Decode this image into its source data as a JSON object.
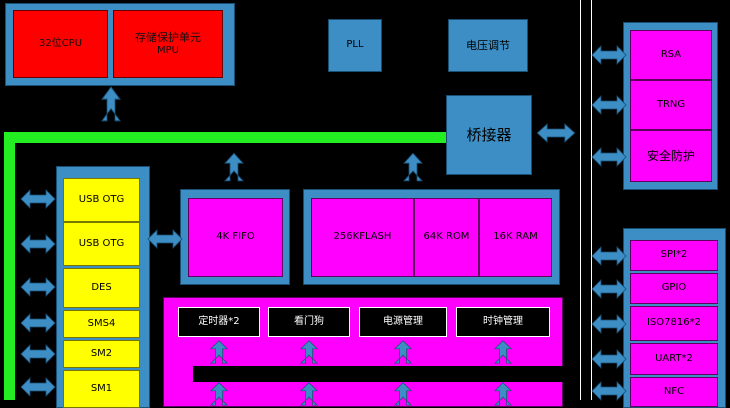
{
  "blocks": {
    "cpu": "32位CPU",
    "mpu_line1": "存储保护单元",
    "mpu_line2": "MPU",
    "pll": "PLL",
    "voltage": "电压调节",
    "bridge": "桥接器",
    "rsa": "RSA",
    "trng": "TRNG",
    "security": "安全防护",
    "usb_otg_1": "USB OTG",
    "usb_otg_2": "USB OTG",
    "des": "DES",
    "sms4": "SMS4",
    "sm2": "SM2",
    "sm1": "SM1",
    "fifo": "4K FIFO",
    "flash": "256KFLASH",
    "rom": "64K ROM",
    "ram": "16K RAM",
    "timer": "定时器*2",
    "watchdog": "看门狗",
    "power_mgmt": "电源管理",
    "clock_mgmt": "时钟管理",
    "spi": "SPI*2",
    "gpio": "GPIO",
    "iso7816": "ISO7816*2",
    "uart": "UART*2",
    "nfc": "NFC"
  },
  "colors": {
    "background": "#000000",
    "frame": "#3c8ec4",
    "red": "#ff0000",
    "magenta": "#ff00ff",
    "yellow": "#ffff00",
    "green_bus": "#22ee22",
    "arrow": "#3c8ec4",
    "bus": "#000000"
  }
}
